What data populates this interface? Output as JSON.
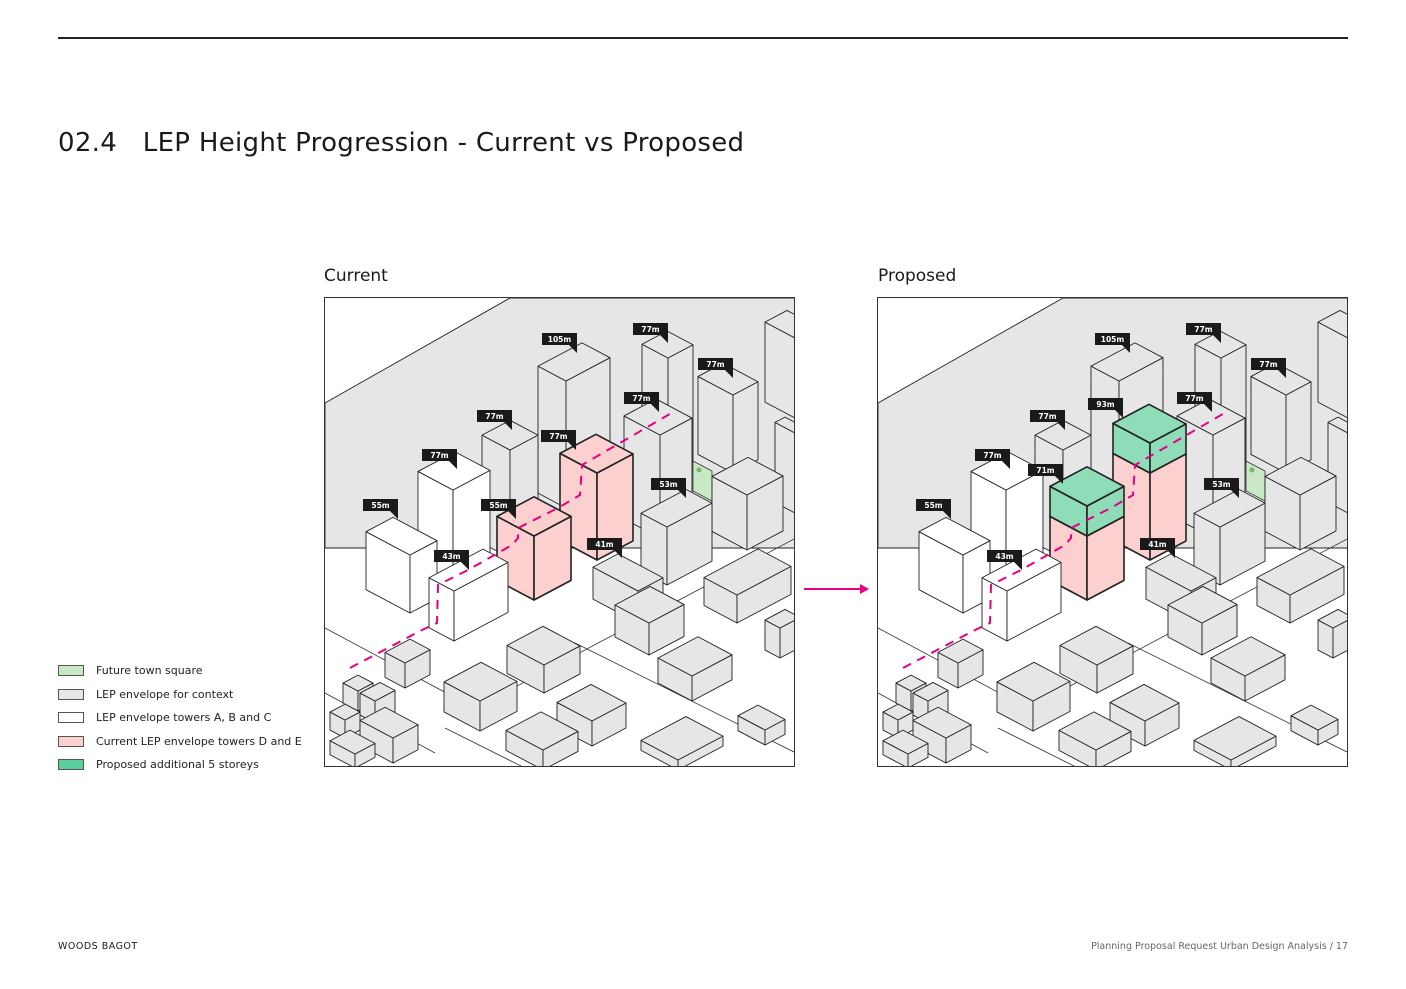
{
  "header": {
    "title": "02.4   LEP Height Progression - Current vs Proposed"
  },
  "panels": {
    "current": {
      "title": "Current",
      "labels": [
        "105m",
        "77m",
        "77m",
        "77m",
        "77m",
        "77m",
        "77m",
        "55m",
        "55m",
        "53m",
        "41m",
        "43m"
      ]
    },
    "proposed": {
      "title": "Proposed",
      "labels": [
        "105m",
        "77m",
        "77m",
        "77m",
        "77m",
        "93m",
        "77m",
        "55m",
        "71m",
        "53m",
        "41m",
        "43m"
      ]
    }
  },
  "legend": [
    {
      "label": "Future town square",
      "color": "#c9e9c6"
    },
    {
      "label": "LEP envelope for context",
      "color": "#e6e6e6"
    },
    {
      "label": "LEP envelope towers A, B and C",
      "color": "#ffffff"
    },
    {
      "label": "Current LEP envelope towers D and E",
      "color": "#fdd0d0"
    },
    {
      "label": "Proposed additional 5 storeys",
      "color": "#5ccf9c"
    }
  ],
  "colors": {
    "accent": "#e6007e",
    "context": "#e6e6e6",
    "towers_abc": "#ffffff",
    "towers_de": "#fdd0d0",
    "additional": "#8fdcb8",
    "town_square": "#c9e9c6"
  },
  "footer": {
    "left": "WOODS BAGOT",
    "right": "Planning Proposal Request Urban Design Analysis  /  17"
  }
}
